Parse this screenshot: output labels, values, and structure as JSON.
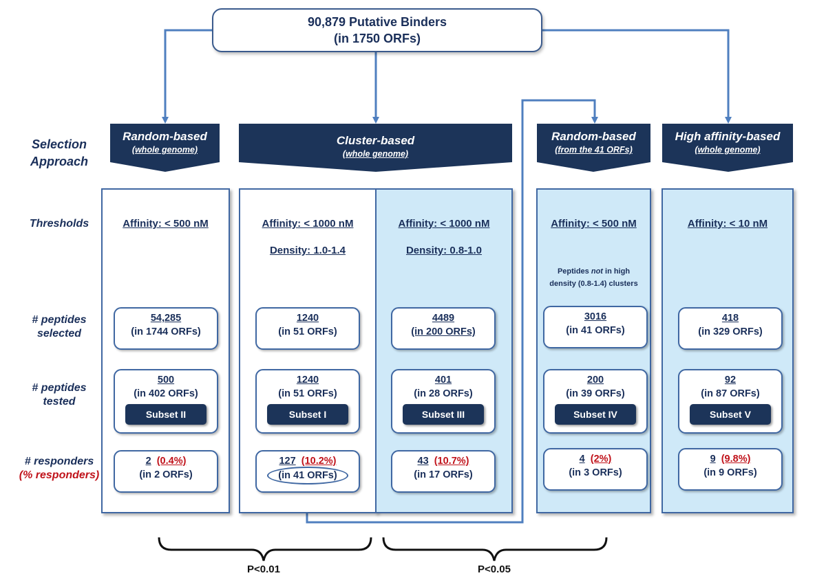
{
  "root": {
    "line1": "90,879 Putative Binders",
    "line2": "(in 1750 ORFs)"
  },
  "row_labels": {
    "selection": [
      "Selection",
      "Approach"
    ],
    "thresholds": "Thresholds",
    "selected": [
      "# peptides",
      "selected"
    ],
    "tested": [
      "# peptides",
      "tested"
    ],
    "responders": [
      "# responders",
      "(% responders)"
    ]
  },
  "banners": [
    {
      "title": "Random-based",
      "sub": "(whole genome)"
    },
    {
      "title": "Cluster-based",
      "sub": "(whole genome)"
    },
    {
      "title": "Random-based",
      "sub": "(from the 41 ORFs)"
    },
    {
      "title": "High affinity-based",
      "sub": "(whole genome)"
    }
  ],
  "columns": [
    {
      "affinity": "Affinity: < 500 nM",
      "density": "",
      "selected": {
        "n": "54,285",
        "orfs": "(in 1744 ORFs)"
      },
      "tested": {
        "n": "500",
        "orfs": "(in 402 ORFs)",
        "subset": "Subset II"
      },
      "responders": {
        "n": "2",
        "pct": "(0.4%)",
        "orfs": "(in 2 ORFs)"
      }
    },
    {
      "affinity": "Affinity: < 1000 nM",
      "density": "Density: 1.0-1.4",
      "selected": {
        "n": "1240",
        "orfs": "(in 51 ORFs)"
      },
      "tested": {
        "n": "1240",
        "orfs": "(in 51 ORFs)",
        "subset": "Subset I"
      },
      "responders": {
        "n": "127",
        "pct": "(10.2%)",
        "orfs": "(in 41 ORFs)"
      }
    },
    {
      "affinity": "Affinity: < 1000 nM",
      "density": "Density: 0.8-1.0",
      "selected": {
        "n": "4489",
        "orfs": "(in 200 ORFs)"
      },
      "tested": {
        "n": "401",
        "orfs": "(in 28 ORFs)",
        "subset": "Subset III"
      },
      "responders": {
        "n": "43",
        "pct": "(10.7%)",
        "orfs": "(in 17 ORFs)"
      }
    },
    {
      "affinity": "Affinity: < 500 nM",
      "density": "",
      "note": {
        "pre": "Peptides ",
        "em": "not",
        "post": " in high",
        "line2": "density (0.8-1.4) clusters"
      },
      "selected": {
        "n": "3016",
        "orfs": "(in 41 ORFs)"
      },
      "tested": {
        "n": "200",
        "orfs": "(in 39 ORFs)",
        "subset": "Subset IV"
      },
      "responders": {
        "n": "4",
        "pct": "(2%)",
        "orfs": "(in 3 ORFs)"
      }
    },
    {
      "affinity": "Affinity: < 10 nM",
      "density": "",
      "selected": {
        "n": "418",
        "orfs": "(in 329 ORFs)"
      },
      "tested": {
        "n": "92",
        "orfs": "(in 87 ORFs)",
        "subset": "Subset V"
      },
      "responders": {
        "n": "9",
        "pct": "(9.8%)",
        "orfs": "(in 9 ORFs)"
      }
    }
  ],
  "pvalues": [
    "P<0.01",
    "P<0.05"
  ],
  "colors": {
    "navy": "#1c3459",
    "panel_blue": "#cfe9f8",
    "border": "#3f67a2",
    "connector": "#4f7fbf",
    "red": "#c0121a"
  }
}
